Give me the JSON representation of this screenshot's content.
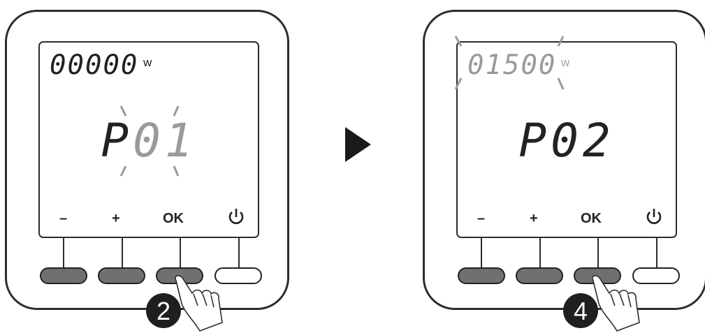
{
  "arrow_icon": "play-triangle",
  "panels": [
    {
      "power_value": "00000",
      "power_unit": "W",
      "program_prefix": "P",
      "program_digits": "01",
      "buttons": {
        "minus": "–",
        "plus": "+",
        "ok": "OK",
        "power": "power-icon"
      },
      "step_number": "2"
    },
    {
      "power_value": "01500",
      "power_unit": "W",
      "program_prefix": "P02",
      "program_digits": "",
      "buttons": {
        "minus": "–",
        "plus": "+",
        "ok": "OK",
        "power": "power-icon"
      },
      "step_number": "4"
    }
  ],
  "colors": {
    "outline": "#2d2d2d",
    "button_dark": "#707070",
    "blink_gray": "#9a9a9a"
  }
}
